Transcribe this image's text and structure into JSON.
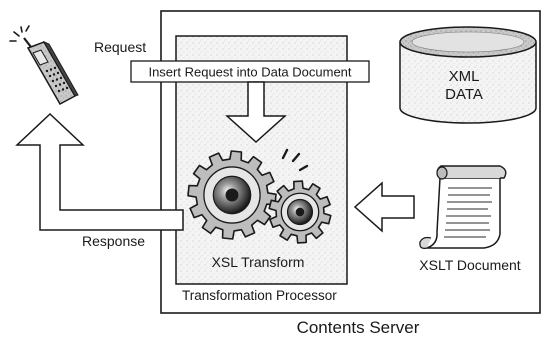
{
  "labels": {
    "request": "Request",
    "insert_request": "Insert Request into Data Document",
    "response": "Response",
    "xsl_transform": "XSL Transform",
    "transformation_processor": "Transformation Processor",
    "xslt_document": "XSLT Document",
    "xml_data_line1": "XML",
    "xml_data_line2": "DATA",
    "contents_server": "Contents Server"
  },
  "icons": {
    "phone": "mobile-phone-icon",
    "database": "database-cylinder-icon",
    "scroll": "document-scroll-icon",
    "gears": "gears-icon"
  },
  "colors": {
    "stroke": "#1a1a1a",
    "shade_light": "#e6e6e6",
    "shade_mid": "#bdbdbd",
    "shade_dark": "#8a8a8a",
    "panel": "#f2f2f2",
    "white": "#ffffff"
  }
}
